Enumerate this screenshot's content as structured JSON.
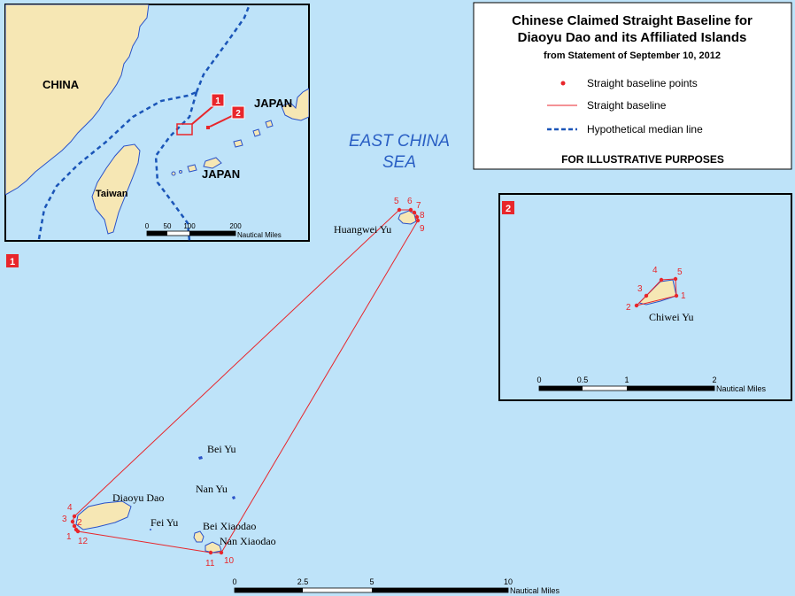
{
  "legend": {
    "title_line1": "Chinese Claimed Straight Baseline for",
    "title_line2": "Diaoyu Dao and its Affiliated Islands",
    "subtitle": "from Statement of September 10, 2012",
    "items": [
      {
        "label": "Straight baseline points",
        "symbol": "red-dot"
      },
      {
        "label": "Straight baseline",
        "symbol": "red-line"
      },
      {
        "label": "Hypothetical median line",
        "symbol": "blue-dashed-line"
      }
    ],
    "note": "FOR ILLUSTRATIVE PURPOSES"
  },
  "sea_label": {
    "line1": "EAST CHINA",
    "line2": "SEA"
  },
  "inset_overview": {
    "labels": {
      "china": "CHINA",
      "japan_north": "JAPAN",
      "japan_south": "JAPAN",
      "taiwan": "Taiwan"
    },
    "markers": [
      "1",
      "2"
    ],
    "scale": {
      "ticks": [
        "0",
        "50",
        "100",
        "200"
      ],
      "unit": "Nautical Miles"
    }
  },
  "main_map": {
    "inset_marker": "1",
    "islands": [
      "Huangwei Yu",
      "Bei Yu",
      "Nan Yu",
      "Diaoyu Dao",
      "Fei Yu",
      "Bei Xiaodao",
      "Nan Xiaodao"
    ],
    "point_numbers": [
      "1",
      "2",
      "3",
      "4",
      "5",
      "6",
      "7",
      "8",
      "9",
      "10",
      "11",
      "12"
    ],
    "scale": {
      "ticks": [
        "0",
        "2.5",
        "5",
        "10"
      ],
      "unit": "Nautical Miles"
    }
  },
  "inset_chiwei": {
    "marker": "2",
    "island": "Chiwei Yu",
    "point_numbers": [
      "1",
      "2",
      "3",
      "4",
      "5"
    ],
    "scale": {
      "ticks": [
        "0",
        "0.5",
        "1",
        "2"
      ],
      "unit": "Nautical Miles"
    }
  },
  "colors": {
    "sea": "#bee3f9",
    "land": "#f6e7b4",
    "baseline": "#e8262b",
    "median_line": "#1a55b8",
    "sea_label": "#2a5fc4",
    "marker_fill": "#e8262b"
  }
}
